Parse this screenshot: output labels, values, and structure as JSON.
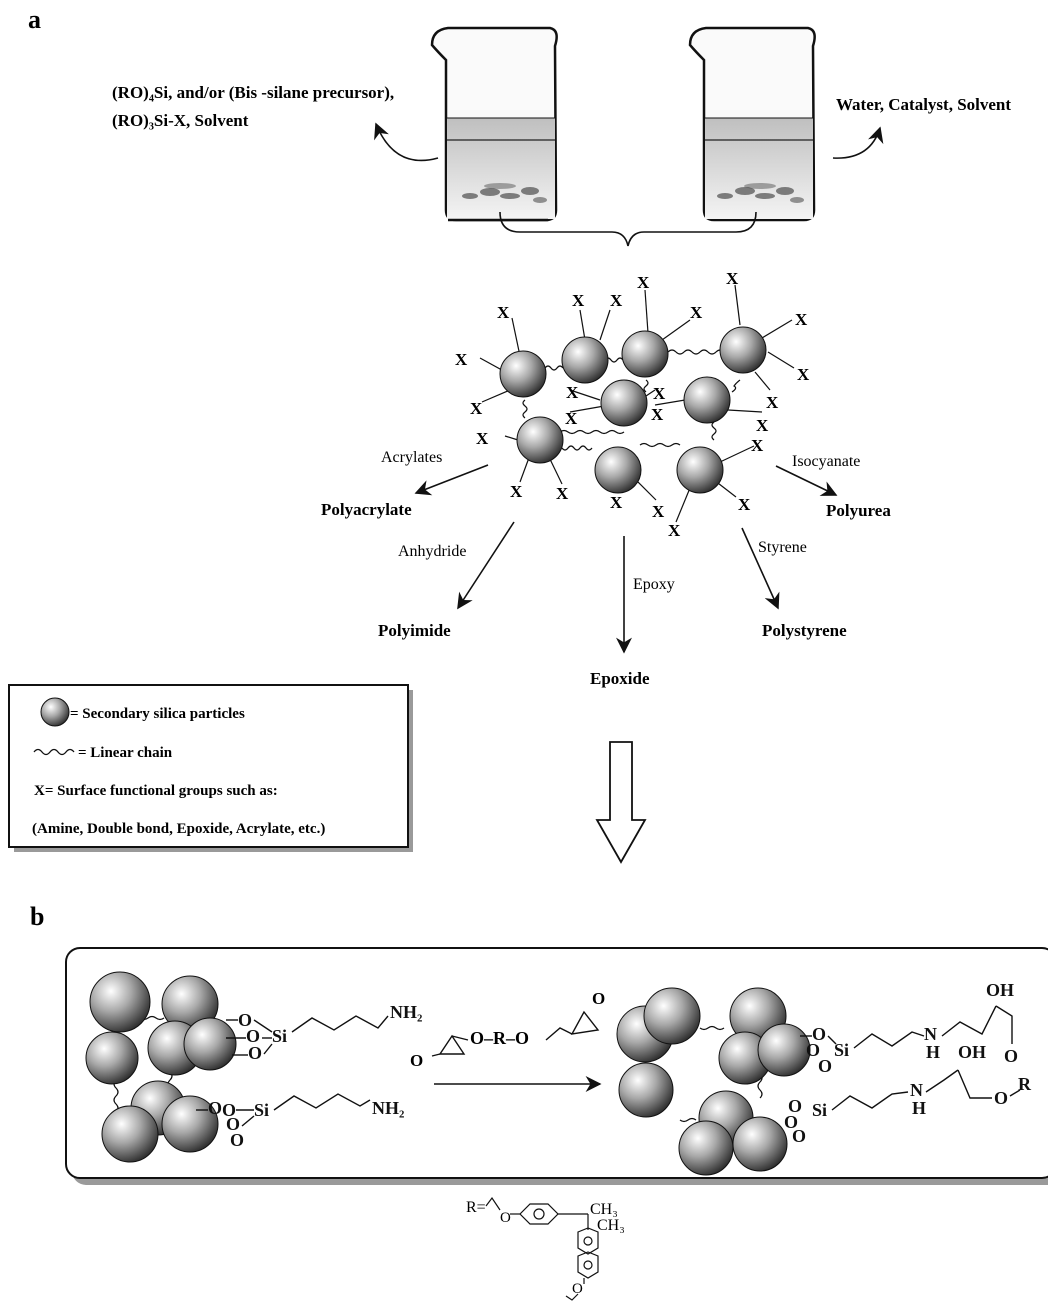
{
  "panel_a": {
    "letter": "a",
    "beaker_left_label_line1": "(RO)₄Si, and/or (Bis -silane precursor),",
    "beaker_left_label_line2": "(RO)₃Si-X, Solvent",
    "beaker_right_label": "Water, Catalyst, Solvent",
    "x_label": "X",
    "reactions": {
      "acrylates": "Acrylates",
      "polyacrylate": "Polyacrylate",
      "anhydride": "Anhydride",
      "polyimide": "Polyimide",
      "epoxy": "Epoxy",
      "epoxide": "Epoxide",
      "styrene": "Styrene",
      "polystyrene": "Polystyrene",
      "isocyanate": "Isocyanate",
      "polyurea": "Polyurea"
    },
    "legend": {
      "particles": "= Secondary silica particles",
      "chain": "= Linear chain",
      "x_groups": "X= Surface functional groups such as:",
      "examples": "(Amine, Double bond, Epoxide, Acrylate, etc.)"
    }
  },
  "panel_b": {
    "letter": "b",
    "o": "O",
    "si": "Si",
    "nh2": "NH₂",
    "n": "N",
    "h": "H",
    "oh": "OH",
    "r": "R",
    "linker": "O–R–O",
    "r_def": "R=",
    "ch3": "CH₃"
  },
  "colors": {
    "sphere_light": "#ffffff",
    "sphere_mid": "#9a9a9a",
    "sphere_dark": "#2a2a2a",
    "line": "#111111",
    "box_shadow": "#9a9a9a"
  }
}
